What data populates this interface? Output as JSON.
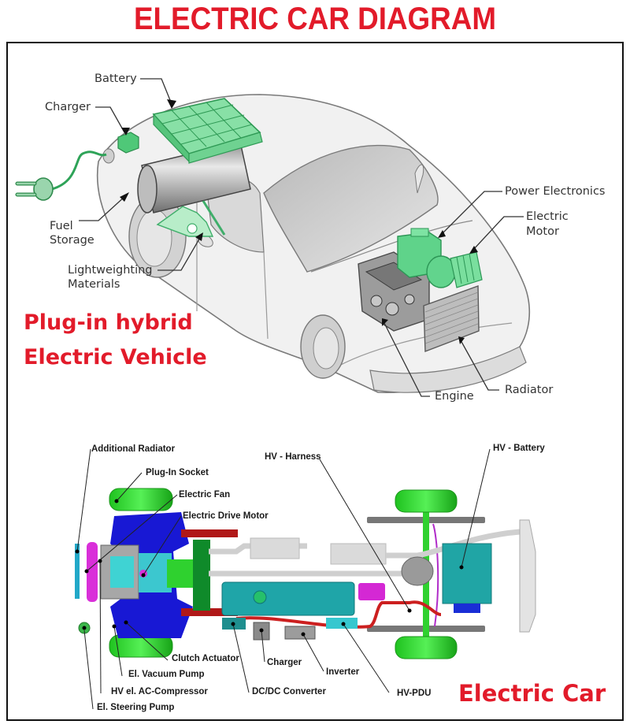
{
  "title": "ELECTRIC CAR DIAGRAM",
  "colors": {
    "title_red": "#e21b2a",
    "component_green": "#5fd38a",
    "chassis_green": "#2fd12f",
    "chassis_blue": "#1a1ad6",
    "chassis_teal": "#22a8b0",
    "cable_red": "#cc1f1f",
    "magenta": "#d428d4"
  },
  "phev_diagram": {
    "caption_line1": "Plug-in hybrid",
    "caption_line2": "Electric Vehicle",
    "labels": {
      "battery": "Battery",
      "charger": "Charger",
      "fuel_storage_line1": "Fuel",
      "fuel_storage_line2": "Storage",
      "lightweighting_line1": "Lightweighting",
      "lightweighting_line2": "Materials",
      "power_electronics": "Power Electronics",
      "electric_motor_line1": "Electric",
      "electric_motor_line2": "Motor",
      "engine": "Engine",
      "radiator": "Radiator"
    }
  },
  "ev_diagram": {
    "caption": "Electric Car",
    "labels": {
      "additional_radiator": "Additional Radiator",
      "plug_in_socket": "Plug-In Socket",
      "electric_fan": "Electric Fan",
      "electric_drive_motor": "Electric Drive Motor",
      "hv_harness": "HV - Harness",
      "hv_battery": "HV - Battery",
      "clutch_actuator": "Clutch Actuator",
      "el_vacuum_pump": "El. Vacuum Pump",
      "hv_el_ac_compressor": "HV el. AC-Compressor",
      "el_steering_pump": "El. Steering Pump",
      "dc_dc_converter": "DC/DC Converter",
      "charger": "Charger",
      "inverter": "Inverter",
      "hv_pdu": "HV-PDU"
    }
  }
}
